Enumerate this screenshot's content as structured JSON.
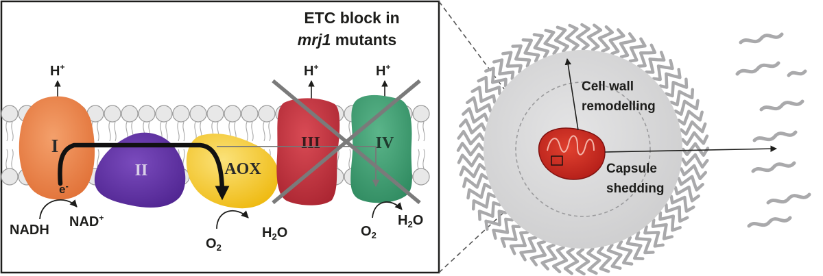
{
  "title": {
    "line1": "ETC block in",
    "line2_italic": "mrj1",
    "line2_rest": " mutants"
  },
  "complexes": {
    "c1": "I",
    "c2": "II",
    "aox": "AOX",
    "c3": "III",
    "c4": "IV"
  },
  "protons": {
    "c1": {
      "base": "H",
      "sup": "+"
    },
    "c3": {
      "base": "H",
      "sup": "+"
    },
    "c4": {
      "base": "H",
      "sup": "+"
    }
  },
  "electron": {
    "base": "e",
    "sup": "-"
  },
  "nadh": "NADH",
  "nad": {
    "base": "NAD",
    "sup": "+"
  },
  "o2": {
    "base": "O",
    "sub": "2"
  },
  "h2o": {
    "base": "H",
    "sub": "2",
    "rest": "O"
  },
  "cell": {
    "wall_line1": "Cell wall",
    "wall_line2": "remodelling",
    "capsule_line1": "Capsule",
    "capsule_line2": "shedding"
  },
  "colors": {
    "complex_I": "#e8834a",
    "complex_II": "#6535a4",
    "aox": "#f2c417",
    "complex_III": "#c4343f",
    "complex_IV": "#3e9e73",
    "mitochondrion": "#c8211f",
    "cell_body": "#dcdcdd",
    "capsule_fiber": "#a9a9ab",
    "membrane_lipid": "#e8e8e8",
    "block_cross": "#7a7a7a"
  }
}
